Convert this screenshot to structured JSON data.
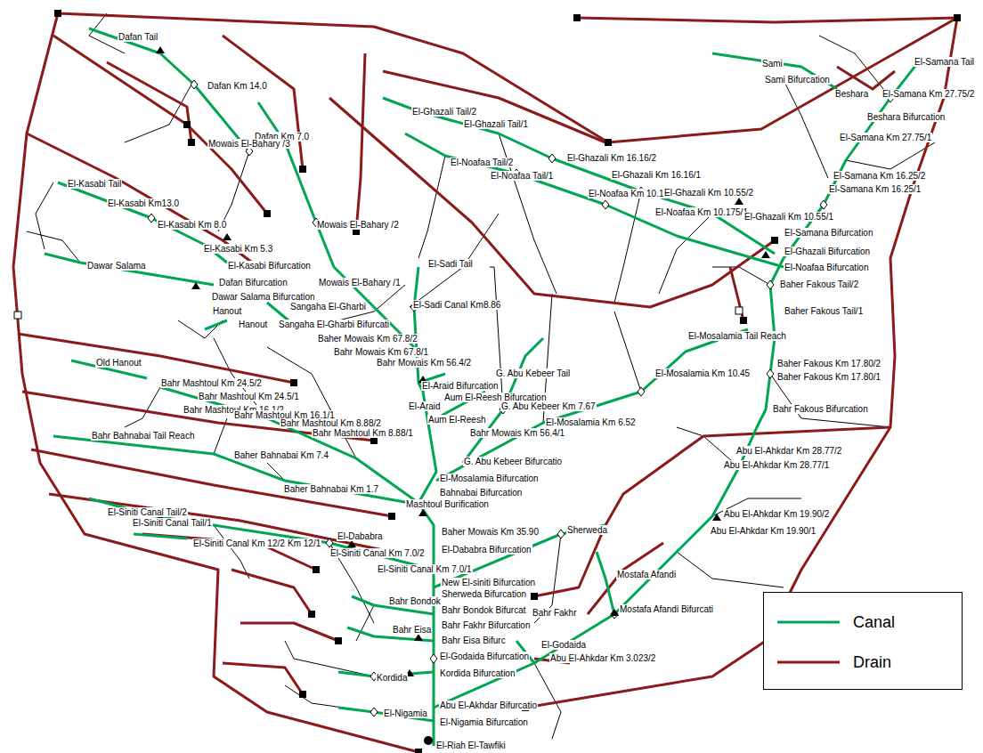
{
  "diagram": {
    "labels": [
      "Dafan Tail",
      "Dafan Km 14.0",
      "Dafan Km 7.0",
      "Mowais El-Bahary /3",
      "El-Ghazali Tail/2",
      "El-Ghazali Tail/1",
      "Sami",
      "Sami Bifurcation",
      "El-Samana Tail",
      "Beshara",
      "El-Samana Km 27.75/2",
      "Beshara Bifurcation",
      "El-Samana Km 27.75/1",
      "El-Noafaa Tail/2",
      "El-Ghazali Km 16.16/2",
      "El-Noafaa Tail/1",
      "El-Ghazali Km 16.16/1",
      "El-Samana Km 16.25/2",
      "El-Samana Km 16.25/1",
      "El-Kasabi Tail",
      "El-Noafaa Km 10.175/2",
      "El-Ghazali Km 10.55/2",
      "El-Kasabi Km13.0",
      "El-Noafaa Km 10.175/1",
      "El-Ghazali Km 10.55/1",
      "El-Samana Bifurcation",
      "El-Kasabi Km 8.0",
      "Mowais El-Bahary /2",
      "El-Kasabi Km 5.3",
      "El-Ghazali Bifurcation",
      "El-Sadi Tail",
      "El-Kasabi Bifurcation",
      "Dawar Salama",
      "El-Noafaa Bifurcation",
      "Dafan Bifurcation",
      "Baher Fakous Tail/2",
      "Mowais El-Bahary /1",
      "Dawar Salama Bifurcation",
      "Sangaha El-Gharbi",
      "Hanout",
      "El-Sadi Canal Km8.86",
      "Baher Fakous Tail/1",
      "Hanout",
      "Sangaha El-Gharbi Bifurcati",
      "Baher Mowais Km 67.8/2",
      "El-Mosalamia Tail Reach",
      "Bahr Mowais Km 67.8/1",
      "Bahr Mowais Km 56.4/2",
      "Old Hanout",
      "Baher Fakous Km 17.80/2",
      "Baher Fakous Km 17.80/1",
      "G. Abu Kebeer Tail",
      "El-Mosalamia Km 10.45",
      "Bahr Mashtoul Km 24.5/2",
      "El-Araid Bifurcation",
      "Aum El-Reesh Bifurcation",
      "Bahr Mashtoul Km 24.5/1",
      "Bahr Mashtoul Km 16.1/2",
      "El-Araid",
      "G. Abu Kebeer Km 7.67",
      "Bahr Mashtoul Km 16.1/1",
      "Bahr Fakous Bifurcation",
      "Aum El-Reesh",
      "El-Mosalamia Km 6.52",
      "Bahr Mashtoul Km 8.88/2",
      "Bahr Mowais Km 56.4/1",
      "Bahr Mashtoul Km 8.88/1",
      "Bahr Bahnabai Tail Reach",
      "G. Abu Kebeer Bifurcatio",
      "Baher Bahnabai Km 7.4",
      "Abu El-Ahkdar Km 28.77/2",
      "El-Mosalamia Bifurcation",
      "Abu El-Ahkdar Km 28.77/1",
      "Baher Bahnabai Km 1.7",
      "Bahnabai Bifurcation",
      "Mashtoul Burification",
      "El-Siniti Canal Tail/2",
      "El-Siniti Canal Tail/1",
      "Baher Mowais Km 35.90",
      "Sherweda",
      "El-Dababra",
      "Abu El-Ahkdar Km 19.90/2",
      "Abu El-Ahkdar Km 19.90/1",
      "El-Siniti Canal Km 12/2",
      "Km 12/1",
      "El-Siniti Canal Km 7.0/2",
      "El-Dababra Bifurcation",
      "El-Siniti Canal Km 7.0/1",
      "New El-siniti Bifurcation",
      "Mostafa Afandi",
      "Sherweda Bifurcation",
      "Bahr Bondok",
      "Bahr Bondok Bifurcat",
      "Mostafa Afandi Bifurcati",
      "Bahr Fakhr",
      "Bahr Fakhr Bifurcation",
      "Bahr Eisa",
      "Bahr Eisa Bifurc",
      "El-Godaida",
      "El-Godaida Bifurcation",
      "Abu El-Ahkdar Km 3.023/2",
      "Kordida",
      "Kordida Bifurcation",
      "Abu El-Akhdar Bifurcatio",
      "El-Nigamia",
      "El-Nigamia Bifurcation",
      "El-Riah El-Tawfiki"
    ],
    "legend": [
      {
        "text": "Canal"
      },
      {
        "text": "Drain"
      }
    ]
  }
}
